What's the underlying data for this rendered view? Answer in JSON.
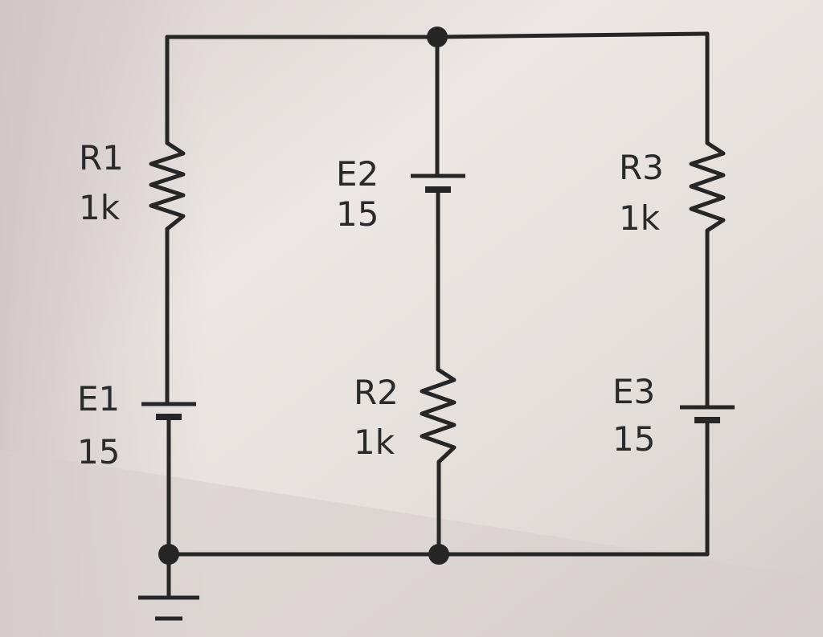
{
  "components": {
    "r1": {
      "name": "R1",
      "value": "1k"
    },
    "r2": {
      "name": "R2",
      "value": "1k"
    },
    "r3": {
      "name": "R3",
      "value": "1k"
    },
    "e1": {
      "name": "E1",
      "value": "15"
    },
    "e2": {
      "name": "E2",
      "value": "15"
    },
    "e3": {
      "name": "E3",
      "value": "15"
    }
  },
  "colors": {
    "ink": "#262626",
    "paper": "#ece6e3"
  }
}
